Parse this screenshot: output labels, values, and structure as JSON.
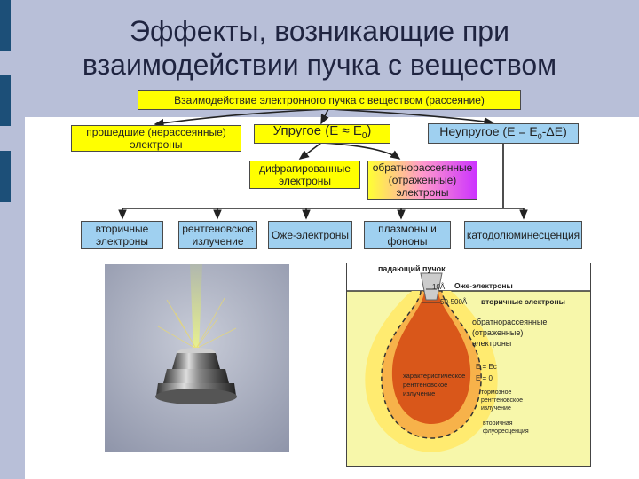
{
  "title": {
    "line1": "Эффекты, возникающие при",
    "line2": "взаимодействии пучка с веществом"
  },
  "diagram": {
    "root": "Взаимодействие электронного пучка с веществом (рассеяние)",
    "transmitted": "прошедшие (нерассеянные) электроны",
    "elastic": "Упругое (E ≈ E",
    "elastic_sub": "0",
    "elastic_end": ")",
    "inelastic": "Неупругое (E = E",
    "inelastic_sub": "0",
    "inelastic_end": "-ΔE)",
    "diffracted": "дифрагированные электроны",
    "backscattered": "обратнорассеянные (отраженные) электроны",
    "secondary": "вторичные электроны",
    "xray": "рентгеновское излучение",
    "auger": "Оже-электроны",
    "plasmons": "плазмоны и фононы",
    "cathodo": "катодолюминесценция"
  },
  "volume": {
    "incident_beam": "падающий пучок",
    "depth_10": "10Å",
    "auger": "Оже-электроны",
    "depth_50": "50-500Å",
    "secondary": "вторичные электроны",
    "backscattered_1": "обратнорассеянные",
    "backscattered_2": "(отраженные)",
    "backscattered_3": "электроны",
    "char_xray_1": "характеристическое",
    "char_xray_2": "рентгеновское",
    "char_xray_3": "излучение",
    "e_ec": "E = Eс",
    "e_zero": "E = 0",
    "brems_1": "тормозное",
    "brems_2": "рентгеновское",
    "brems_3": "излучение",
    "fluor_1": "вторичная",
    "fluor_2": "флуоресценция"
  },
  "colors": {
    "yellow": "#ffff00",
    "blue": "#9fd0f0",
    "side_bar": "#1c4f78",
    "title_band": "#b8bfd8",
    "outer_glow": "#ffeb70",
    "pear_outer": "#f7b24a",
    "pear_inner": "#d9571a",
    "substrate": "#f7f7aa"
  }
}
